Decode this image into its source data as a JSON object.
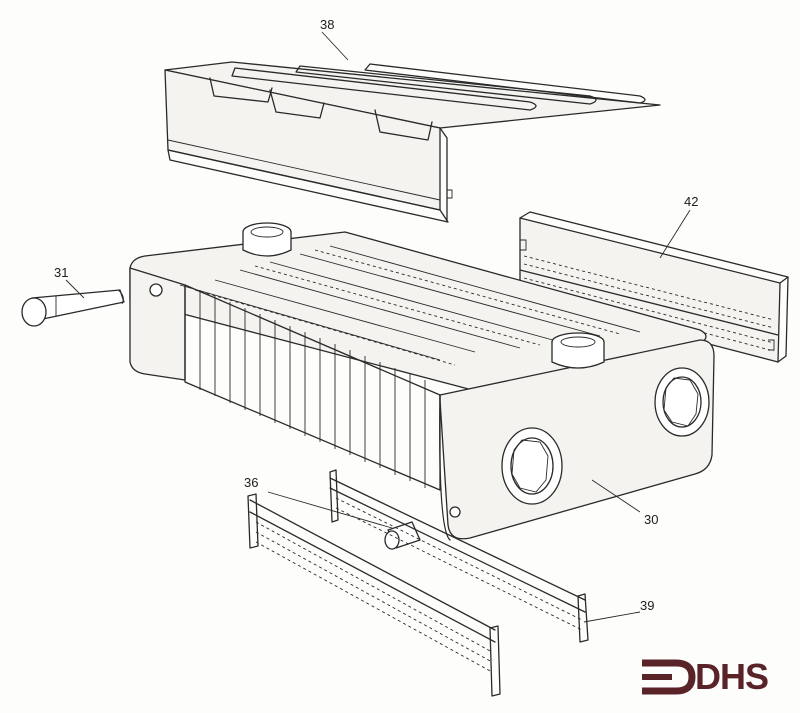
{
  "callouts": [
    {
      "id": "38",
      "text": "38"
    },
    {
      "id": "42",
      "text": "42"
    },
    {
      "id": "31",
      "text": "31"
    },
    {
      "id": "36",
      "text": "36"
    },
    {
      "id": "30",
      "text": "30"
    },
    {
      "id": "39",
      "text": "39"
    }
  ],
  "logo": {
    "text": "DHS",
    "color": "#5a2328"
  },
  "colors": {
    "line": "#2a2a2a",
    "background": "#fdfdfc"
  }
}
